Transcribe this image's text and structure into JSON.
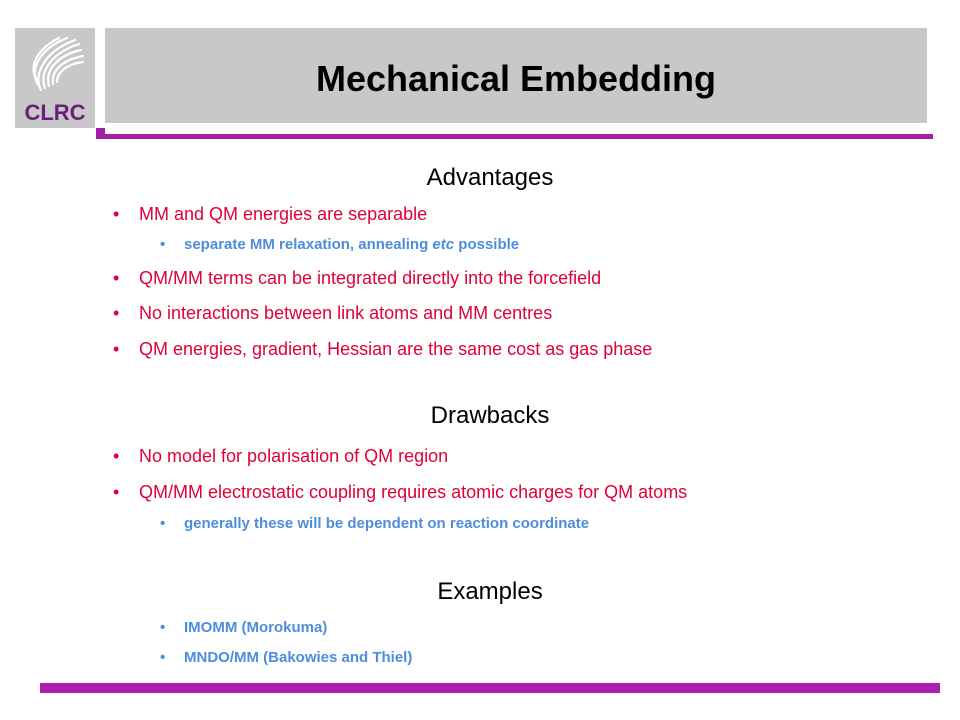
{
  "logo": {
    "text": "CLRC",
    "icon": "clrc-swirl-logo"
  },
  "title": "Mechanical Embedding",
  "sections": {
    "advantages": {
      "heading": "Advantages",
      "items": [
        "MM and QM energies are separable",
        "QM/MM terms can be integrated directly into the forcefield",
        "No interactions between link atoms and MM centres",
        "QM energies, gradient, Hessian are the same cost as gas phase"
      ],
      "sub_item_pre": "separate MM relaxation, annealing ",
      "sub_item_em": "etc",
      "sub_item_post": " possible"
    },
    "drawbacks": {
      "heading": "Drawbacks",
      "items": [
        "No model for polarisation of QM region",
        "QM/MM electrostatic coupling requires atomic charges for QM atoms"
      ],
      "sub_items": [
        "generally these will be dependent on reaction coordinate"
      ]
    },
    "examples": {
      "heading": "Examples",
      "sub_items": [
        "IMOMM (Morokuma)",
        "MNDO/MM (Bakowies and Thiel)"
      ]
    }
  },
  "bullet": "•",
  "colors": {
    "primary_bullet": "#e00038",
    "secondary_bullet": "#4d8ddc",
    "accent_rule": "#b01fb0",
    "title_bar": "#c8c8c8",
    "logo_text": "#6b1f78"
  }
}
